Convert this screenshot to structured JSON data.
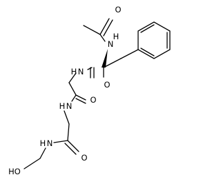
{
  "atom_labels": {
    "acetyl_oxygen": "O",
    "acetyl_nitrogen": "N",
    "phe_carbonyl_oxygen": "O",
    "phe_amide_nitrogen": "N",
    "gly1_carbonyl_oxygen": "O",
    "gly1_amide_nitrogen": "N",
    "gly2_carbonyl_oxygen": "O",
    "ethanolamide_nitrogen": "N",
    "hydroxyl": "HO"
  },
  "hydrogen_labels": {
    "acetyl_nh": "H",
    "phe_nh": "H",
    "gly_nh": "H",
    "ethanolamide_nh": "H"
  },
  "stereo": {
    "alpha_carbon_wedge": "bold"
  }
}
